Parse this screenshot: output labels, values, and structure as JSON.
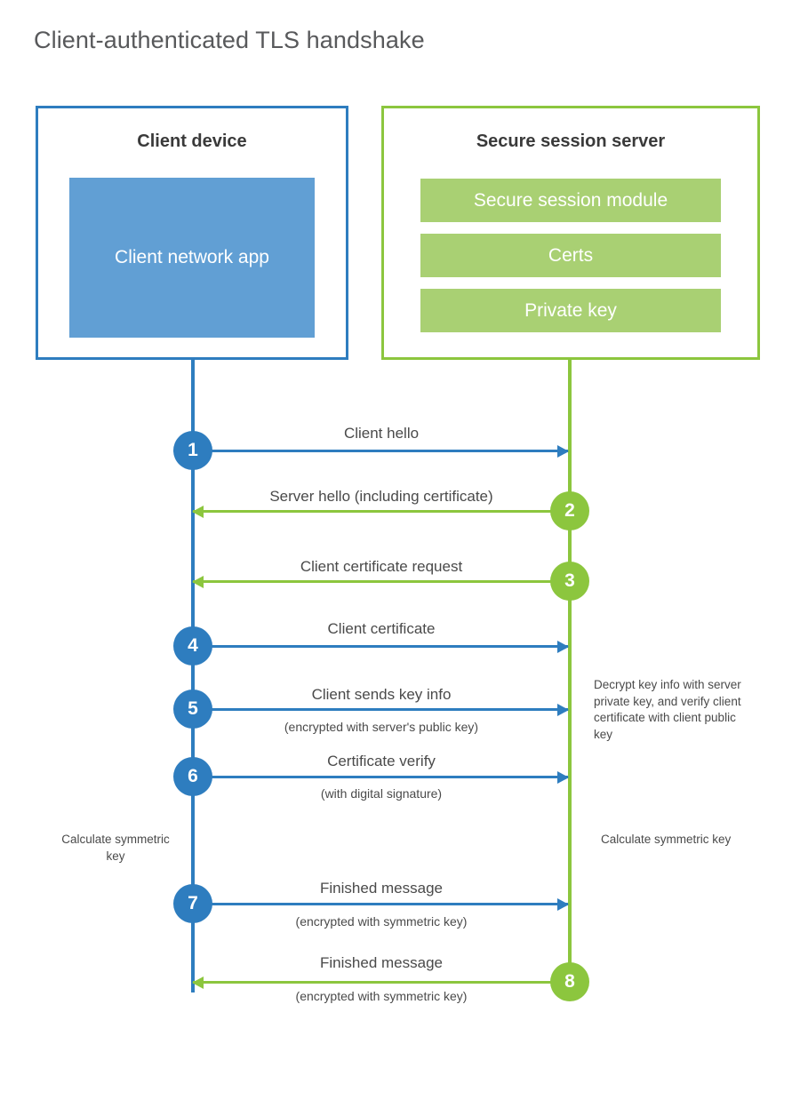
{
  "title": "Client-authenticated TLS handshake",
  "colors": {
    "client_blue": "#2e7dbf",
    "client_app_fill": "#619fd4",
    "server_green": "#8cc63e",
    "server_bar_fill": "#a9d073",
    "text": "#4a4a4a",
    "title_text": "#58595b"
  },
  "client": {
    "title": "Client device",
    "app_label": "Client network app"
  },
  "server": {
    "title": "Secure session server",
    "components": [
      "Secure session module",
      "Certs",
      "Private key"
    ]
  },
  "steps": [
    {
      "number": "1",
      "direction": "client-to-server",
      "label": "Client hello",
      "sub": ""
    },
    {
      "number": "2",
      "direction": "server-to-client",
      "label": "Server hello (including certificate)",
      "sub": ""
    },
    {
      "number": "3",
      "direction": "server-to-client",
      "label": "Client certificate request",
      "sub": ""
    },
    {
      "number": "4",
      "direction": "client-to-server",
      "label": "Client certificate",
      "sub": ""
    },
    {
      "number": "5",
      "direction": "client-to-server",
      "label": "Client sends key info",
      "sub": "(encrypted with server's public key)"
    },
    {
      "number": "6",
      "direction": "client-to-server",
      "label": "Certificate verify",
      "sub": "(with digital signature)"
    },
    {
      "number": "7",
      "direction": "client-to-server",
      "label": "Finished message",
      "sub": "(encrypted with symmetric key)"
    },
    {
      "number": "8",
      "direction": "server-to-client",
      "label": "Finished message",
      "sub": "(encrypted with symmetric key)"
    }
  ],
  "notes": {
    "server_decrypt": "Decrypt key info with server private key, and verify client certificate with client public key",
    "client_calculate": "Calculate symmetric key",
    "server_calculate": "Calculate symmetric key"
  }
}
